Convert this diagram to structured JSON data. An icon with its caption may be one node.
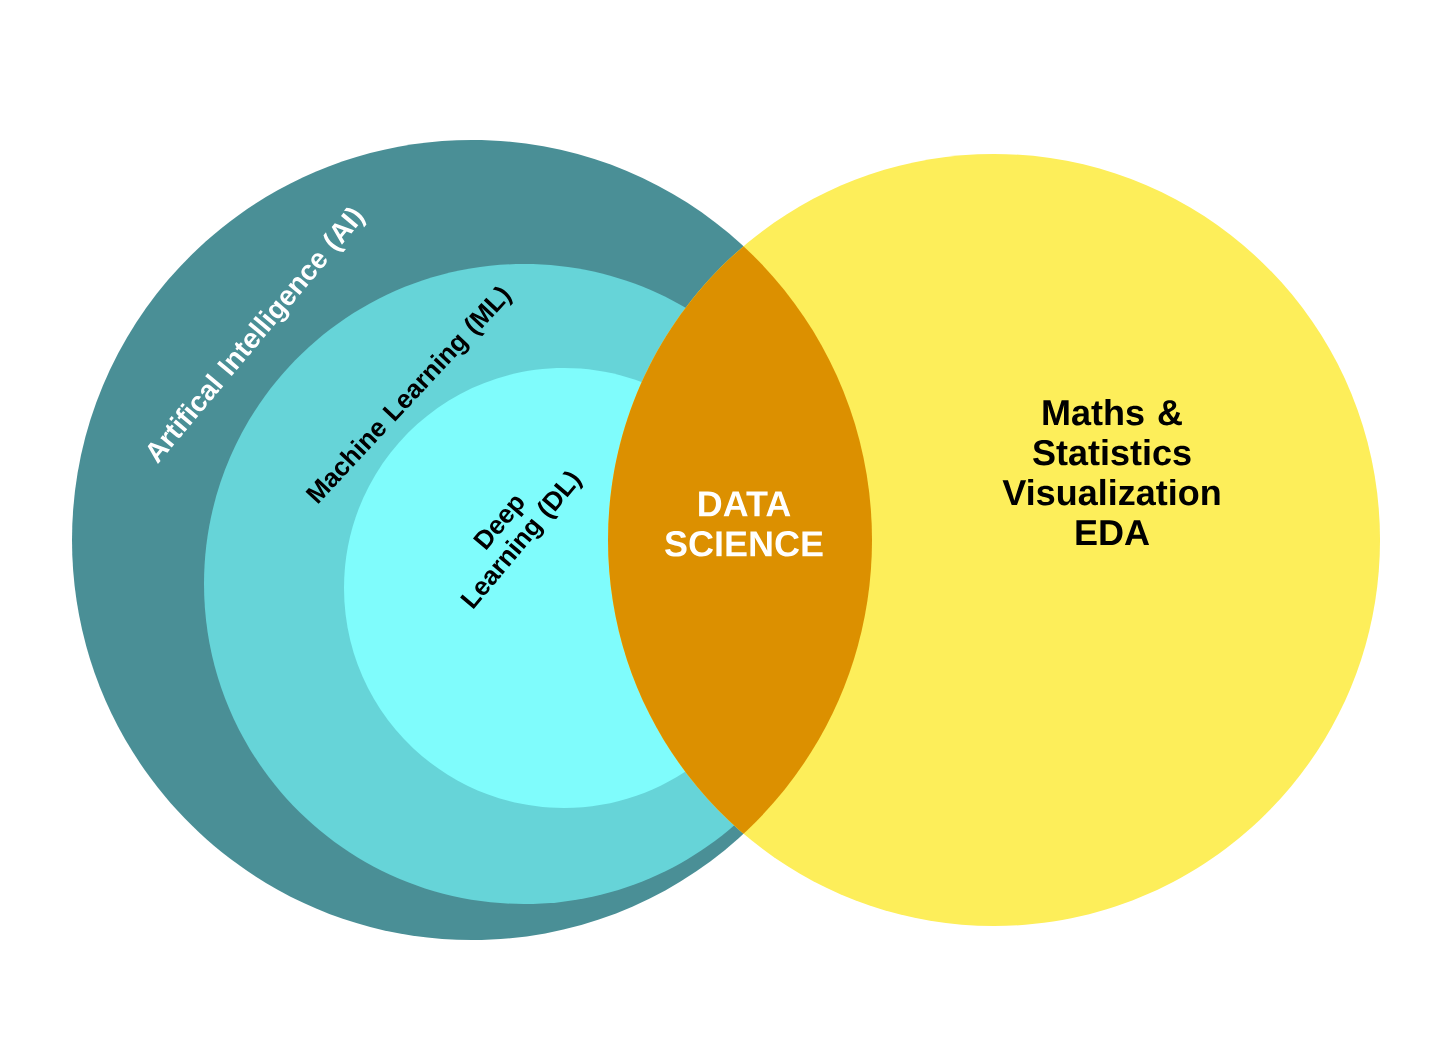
{
  "diagram": {
    "nodes": [
      {
        "text": [
          "Artifical Intelligence (AI)"
        ]
      },
      {
        "text": [
          "Machine Learning (ML)"
        ],
        "in": 0
      },
      {
        "text": [
          "Deep Learning (DL)"
        ],
        "in": 1
      },
      {
        "text": [
          "Maths & Statistics Visualization EDA"
        ]
      },
      {
        "text": [
          "DATA SCIENCE"
        ]
      }
    ]
  }
}
